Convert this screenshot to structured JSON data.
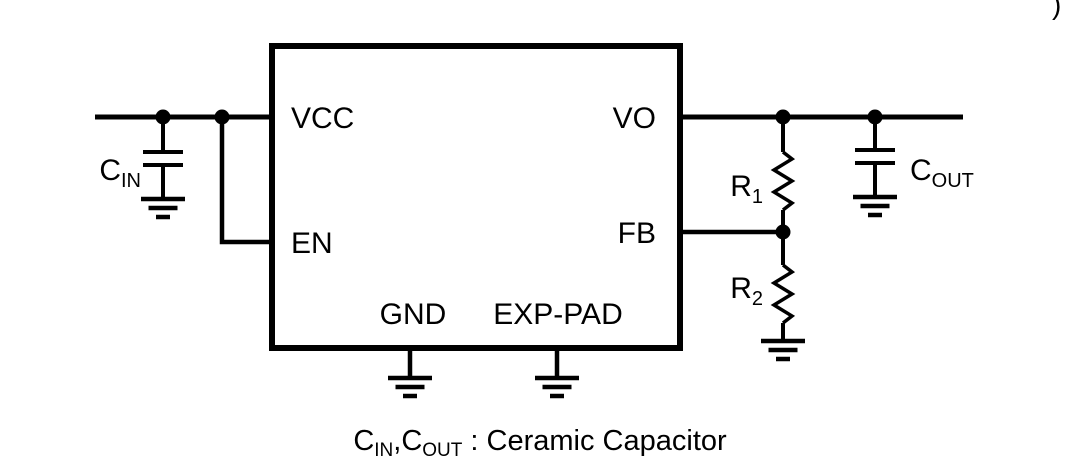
{
  "ic": {
    "pin_vcc": "VCC",
    "pin_en": "EN",
    "pin_vo": "VO",
    "pin_fb": "FB",
    "pin_gnd": "GND",
    "pin_exp_pad": "EXP-PAD"
  },
  "components": {
    "cin_name": "C",
    "cin_sub": "IN",
    "cout_name": "C",
    "cout_sub": "OUT",
    "r1_name": "R",
    "r1_sub": "1",
    "r2_name": "R",
    "r2_sub": "2"
  },
  "caption": {
    "part1": "C",
    "part1_sub": "IN",
    "part2": ",C",
    "part2_sub": "OUT",
    "part3": " : Ceramic Capacitor"
  },
  "corner_mark": ")",
  "colors": {
    "ink": "#000000",
    "background": "#ffffff"
  }
}
